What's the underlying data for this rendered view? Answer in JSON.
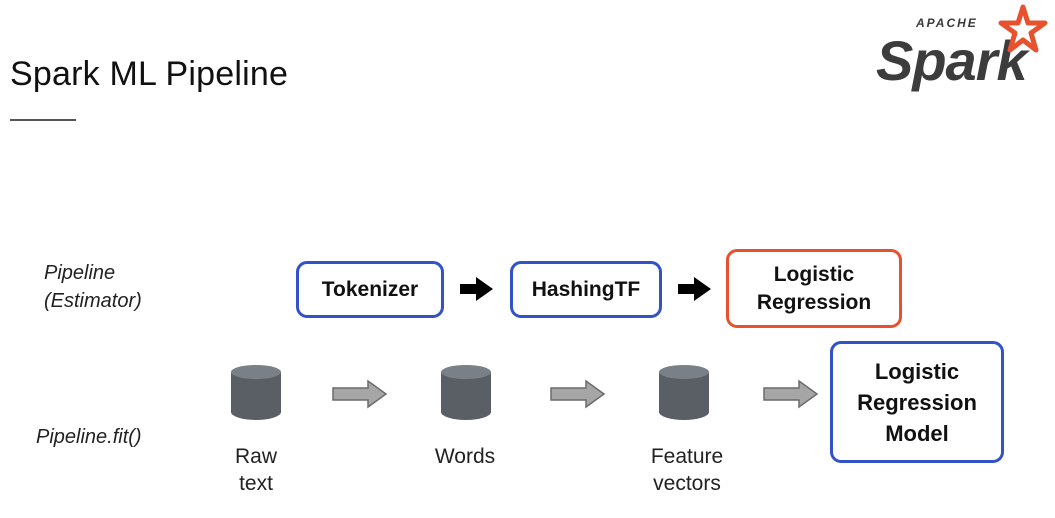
{
  "slide": {
    "title": "Spark ML Pipeline",
    "logo": {
      "top": "APACHE",
      "main": "Spark",
      "star_color": "#e8512d"
    }
  },
  "rows": {
    "pipeline_label": [
      "Pipeline",
      "(Estimator)"
    ],
    "fit_label": "Pipeline.fit()"
  },
  "stages": {
    "tokenizer": "Tokenizer",
    "hashingtf": "HashingTF",
    "logistic_regression": [
      "Logistic",
      "Regression"
    ],
    "model": [
      "Logistic",
      "Regression",
      "Model"
    ]
  },
  "data": {
    "raw_text": [
      "Raw",
      "text"
    ],
    "words": "Words",
    "feature_vectors": [
      "Feature",
      "vectors"
    ]
  },
  "colors": {
    "transformer_border": "#3253c8",
    "estimator_border": "#e8512d",
    "cylinder": "#5a5f66",
    "hollow_arrow": "#a6a6a6",
    "solid_arrow": "#000000"
  }
}
